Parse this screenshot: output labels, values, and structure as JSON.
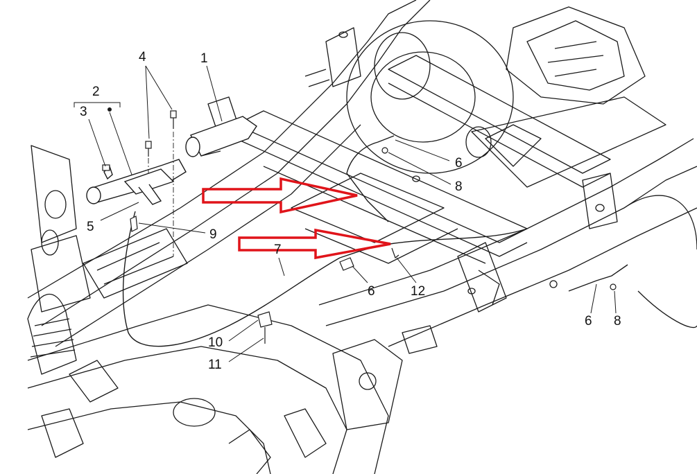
{
  "diagram": {
    "type": "exploded-parts-diagram",
    "callouts": {
      "c1": "1",
      "c2": "2",
      "c3": "3",
      "c4": "4",
      "c5": "5",
      "c6a": "6",
      "c6b": "6",
      "c6c": "6",
      "c7": "7",
      "c8a": "8",
      "c8b": "8",
      "c9": "9",
      "c10": "10",
      "c11": "11",
      "c12": "12"
    },
    "colors": {
      "line": "#1a1a1a",
      "arrow": "#e0141a",
      "background": "#ffffff"
    }
  }
}
